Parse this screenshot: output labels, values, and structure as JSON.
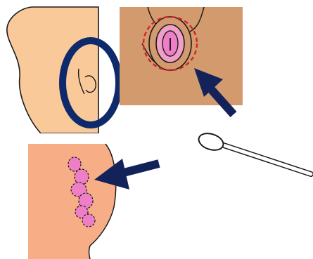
{
  "colors": {
    "background": "#ffffff",
    "skin_light": "#f9c99a",
    "skin_medium": "#d39a6e",
    "skin_pink": "#f7ad86",
    "mucosa_pink": "#f0a0c8",
    "lesion_pink": "#ee7fc6",
    "outline": "#1a1a1a",
    "arrow_navy": "#13235a",
    "highlight_ring": "#0e2a6b",
    "dashed_circle": "#d2232a",
    "swab": "#ffffff"
  },
  "panels": [
    {
      "name": "side-body-view",
      "icon": "body-side-icon"
    },
    {
      "name": "perineum-view",
      "icon": "perineum-icon"
    },
    {
      "name": "cotton-swab",
      "icon": "cotton-swab-icon"
    },
    {
      "name": "closeup-lesions",
      "icon": "lesion-closeup-icon"
    }
  ]
}
